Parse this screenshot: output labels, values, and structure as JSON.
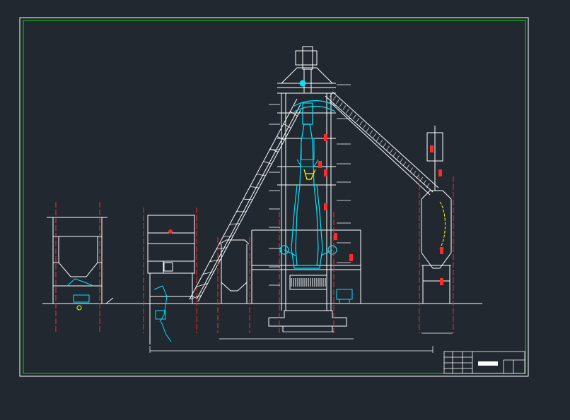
{
  "drawing": {
    "background": "#212830",
    "frame_color": "#ffffff",
    "inner_frame_color": "#00e000",
    "palette": {
      "structure": "#ffffff",
      "equipment": "#00e5ff",
      "centerline": "#ff2a2a",
      "highlight": "#ffff00",
      "ground": "#ffffff"
    },
    "components": [
      "raw-material-bin",
      "sinter-transfer-station",
      "inclined-belt-conveyor",
      "bell-less-top",
      "skip-bridge",
      "blast-furnace-body",
      "furnace-frame",
      "downcomer",
      "dust-catcher",
      "stockhouse-bins",
      "cast-house",
      "foundation"
    ]
  },
  "title_block": {
    "title": "",
    "sheet": ""
  }
}
